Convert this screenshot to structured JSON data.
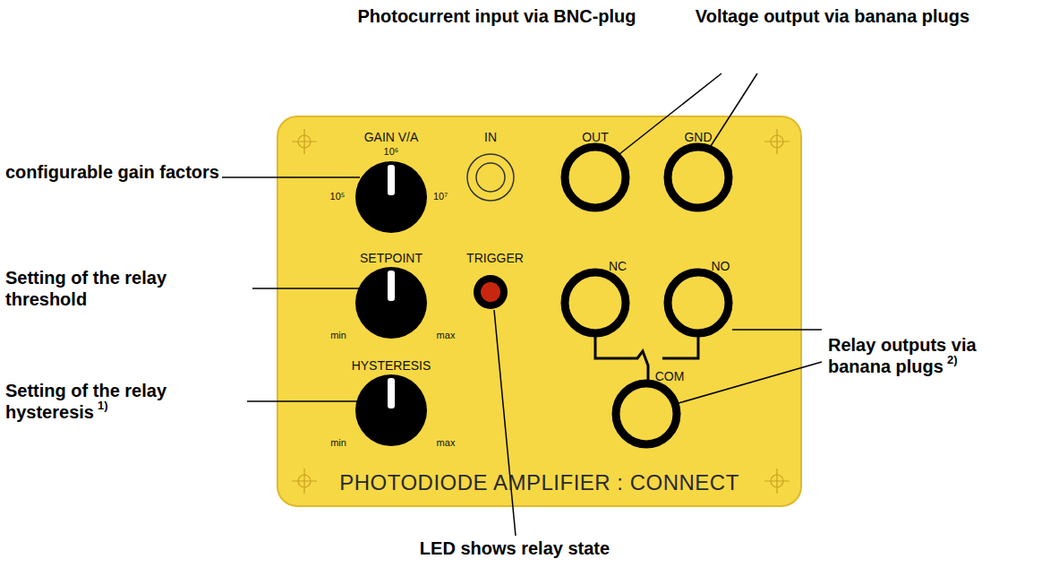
{
  "diagram": {
    "nodes": [
      {
        "text": [
          "PHOTODIODE AMPLIFIER : CONNECT"
        ]
      }
    ],
    "labels": [
      "Photocurrent input via BNC-plug",
      "Voltage output via banana plugs",
      "configurable gain factors",
      "Setting of the relay threshold",
      "Setting of the relay hysteresis",
      "1)",
      "Relay outputs via banana plugs",
      "2)",
      "LED shows relay state",
      "GAIN V/A",
      "10⁶",
      "10⁵",
      "10⁷",
      "IN",
      "OUT",
      "GND",
      "SETPOINT",
      "min",
      "max",
      "TRIGGER",
      "NC",
      "NO",
      "HYSTERESIS",
      "min",
      "max",
      "COM"
    ]
  }
}
